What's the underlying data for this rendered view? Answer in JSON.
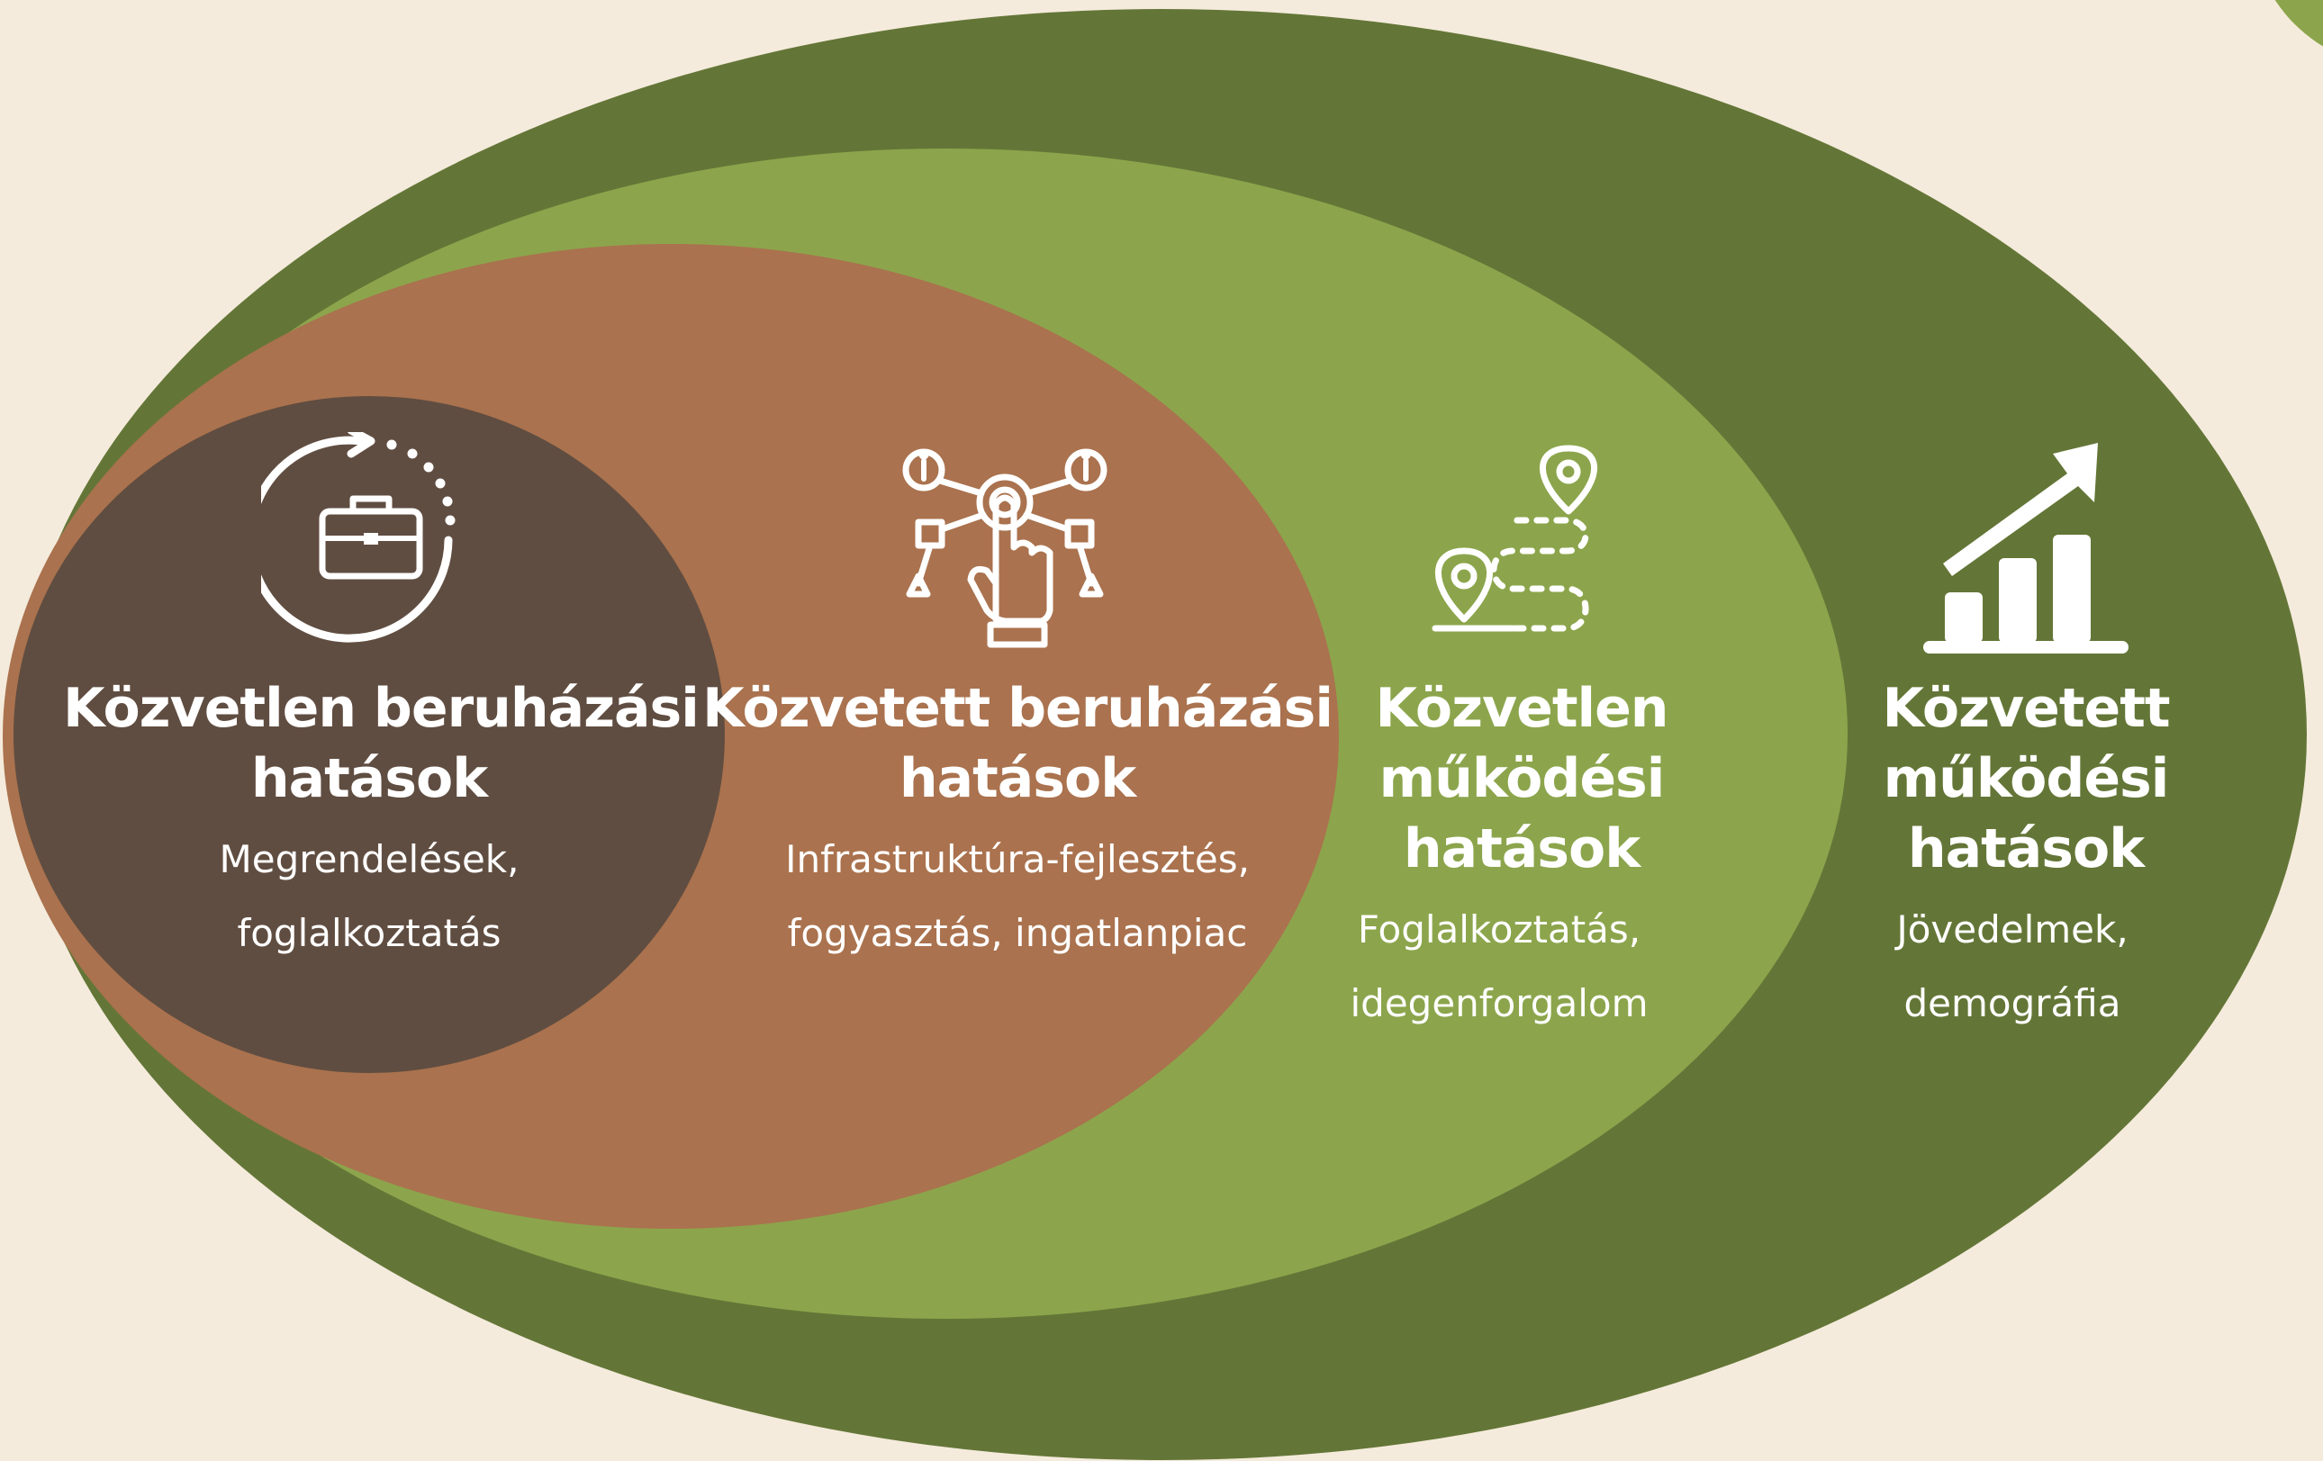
{
  "colors": {
    "background": "#f4ebdc",
    "outer_ring": "#647637",
    "second_ring": "#8ca54c",
    "third_ring": "#aa724e",
    "core": "#604d41",
    "corner_accent": "#8ca54c",
    "text": "#ffffff"
  },
  "layers": [
    {
      "icon": "briefcase-cycle-icon",
      "title_lines": [
        "Közvetlen beruházási",
        "hatások"
      ],
      "desc_lines": [
        "Megrendelések,",
        "foglalkoztatás"
      ]
    },
    {
      "icon": "touch-network-icon",
      "title_lines": [
        "Közvetett beruházási",
        "hatások"
      ],
      "desc_lines": [
        "Infrastruktúra-fejlesztés,",
        "fogyasztás, ingatlanpiac"
      ]
    },
    {
      "icon": "route-map-pin-icon",
      "title_lines": [
        "Közvetlen",
        "működési",
        "hatások"
      ],
      "desc_lines": [
        "Foglalkoztatás,",
        "idegenforgalom"
      ]
    },
    {
      "icon": "growth-chart-arrow-icon",
      "title_lines": [
        "Közvetett",
        "működési",
        "hatások"
      ],
      "desc_lines": [
        "Jövedelmek,",
        "demográfia"
      ]
    }
  ]
}
